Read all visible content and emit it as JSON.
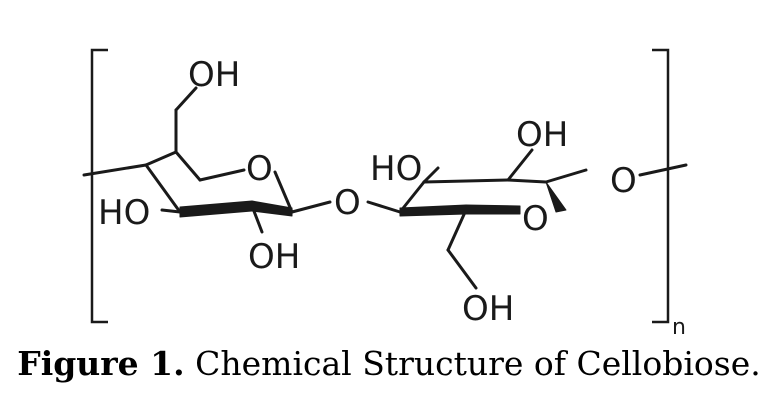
{
  "molecule": {
    "atom_labels": {
      "ring1_top_oh": "OH",
      "ring1_ring_o": "O",
      "ring1_left_ho": "HO",
      "ring1_bottom_oh": "OH",
      "glycosidic_o": "O",
      "ring2_top_oh": "OH",
      "ring2_left_ho": "HO",
      "ring2_ring_o": "O",
      "ring2_bottom_oh": "OH",
      "chain_o": "O"
    },
    "repeat_subscript": "n"
  },
  "caption": {
    "label": "Figure 1.",
    "text": "Chemical Structure of Cellobiose."
  }
}
